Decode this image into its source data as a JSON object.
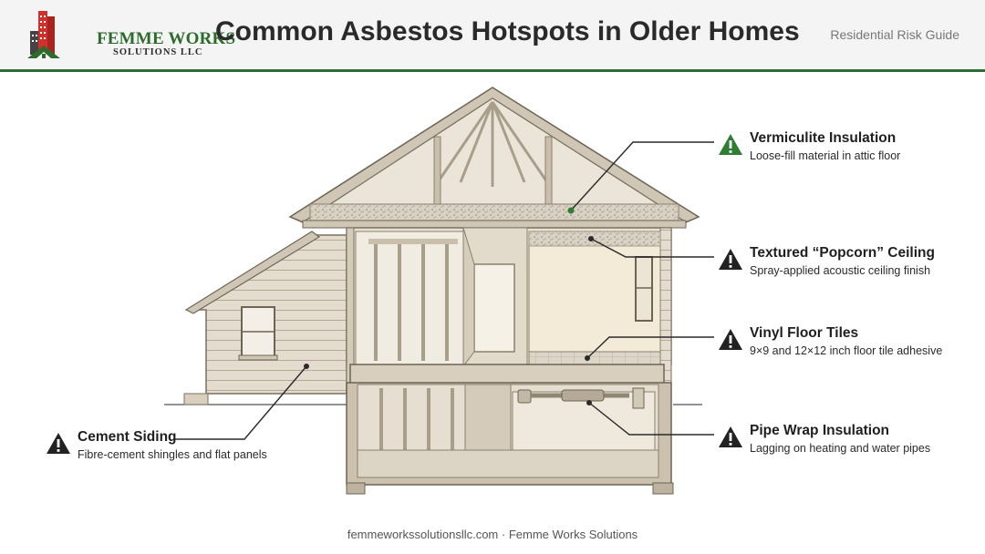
{
  "brand": {
    "name_line1": "FEMME WORKS",
    "name_line2": "SOLUTIONS LLC",
    "colors": {
      "green": "#2f6b2f",
      "red": "#d0312d"
    }
  },
  "header": {
    "title": "Common Asbestos Hotspots in Older Homes",
    "subtitle": "Residential Risk Guide"
  },
  "hotspots": [
    {
      "title": "Vermiculite Insulation",
      "desc": "Loose-fill material in attic floor",
      "icon": "warning-triangle-icon",
      "accent": "#2e7d32"
    },
    {
      "title": "Textured “Popcorn” Ceiling",
      "desc": "Spray-applied acoustic ceiling finish",
      "icon": "warning-triangle-icon",
      "accent": "#222222"
    },
    {
      "title": "Vinyl Floor Tiles",
      "desc": "9×9 and 12×12 inch floor tile adhesive",
      "icon": "warning-triangle-icon",
      "accent": "#222222"
    },
    {
      "title": "Pipe Wrap Insulation",
      "desc": "Lagging on heating and water pipes",
      "icon": "warning-triangle-icon",
      "accent": "#222222"
    },
    {
      "title": "Cement Siding",
      "desc": "Fibre-cement shingles and flat panels",
      "icon": "warning-triangle-icon",
      "accent": "#222222"
    }
  ],
  "footer": {
    "text": "femmeworkssolutionsllc.com · Femme Works Solutions"
  }
}
